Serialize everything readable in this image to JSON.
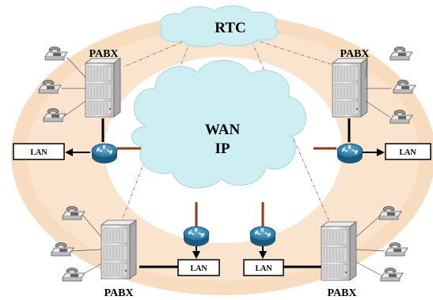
{
  "labels": {
    "rtc": "RTC",
    "wan_line1": "WAN",
    "wan_line2": "IP",
    "pabx": "PABX",
    "lan": "LAN"
  },
  "colors": {
    "ring": "#f8dcc0",
    "ring_inner": "#fbe9d6",
    "cloud": "#cdeef2",
    "cloud_stroke": "#9fc7d0",
    "router": "#2f86b3",
    "link_brown": "#8b3a1a",
    "link_black": "#000000"
  },
  "icons": [
    "telephone-icon",
    "pabx-cabinet-icon",
    "router-icon",
    "cloud-icon"
  ]
}
